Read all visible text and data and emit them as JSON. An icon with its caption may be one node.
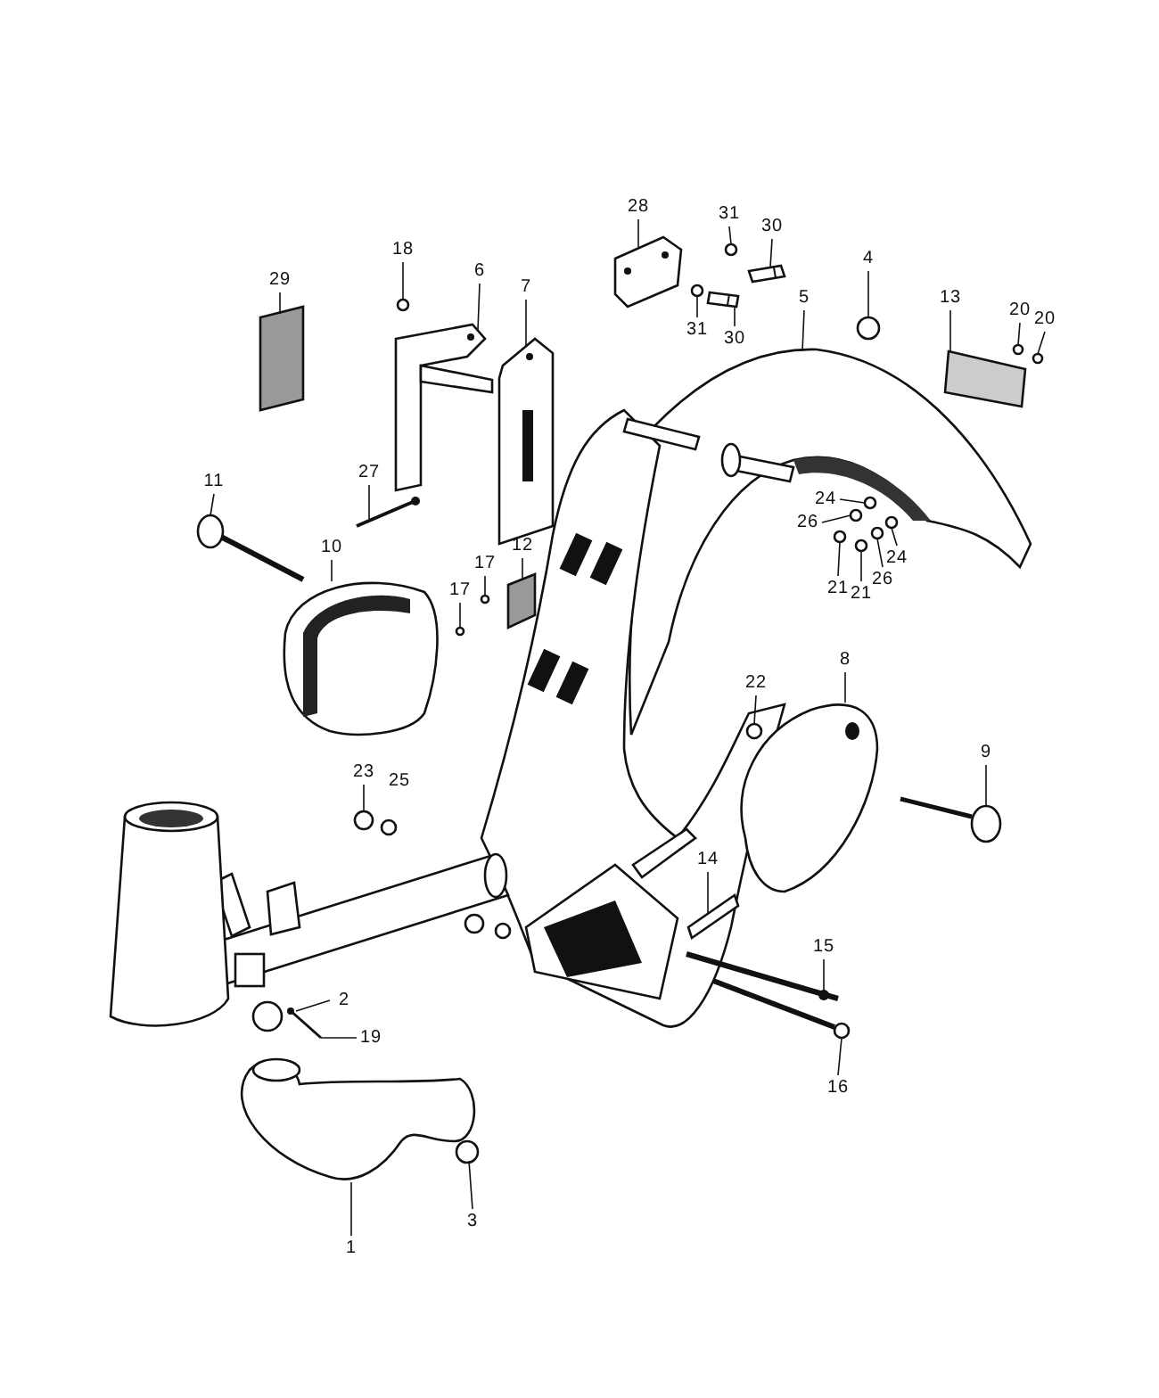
{
  "diagram": {
    "nodes": [
      {
        "text": [
          "29"
        ]
      },
      {
        "text": [
          "18"
        ]
      },
      {
        "text": [
          "6"
        ]
      },
      {
        "text": [
          "7"
        ]
      },
      {
        "text": [
          "28"
        ]
      },
      {
        "text": [
          "31"
        ]
      },
      {
        "text": [
          "30"
        ]
      },
      {
        "text": [
          "31"
        ]
      },
      {
        "text": [
          "30"
        ]
      },
      {
        "text": [
          "5"
        ]
      },
      {
        "text": [
          "4"
        ]
      },
      {
        "text": [
          "13"
        ]
      },
      {
        "text": [
          "20"
        ]
      },
      {
        "text": [
          "20"
        ]
      },
      {
        "text": [
          "11"
        ]
      },
      {
        "text": [
          "27"
        ]
      },
      {
        "text": [
          "10"
        ]
      },
      {
        "text": [
          "12"
        ]
      },
      {
        "text": [
          "17"
        ]
      },
      {
        "text": [
          "17"
        ]
      },
      {
        "text": [
          "24"
        ]
      },
      {
        "text": [
          "26"
        ]
      },
      {
        "text": [
          "24"
        ]
      },
      {
        "text": [
          "26"
        ]
      },
      {
        "text": [
          "21"
        ]
      },
      {
        "text": [
          "21"
        ]
      },
      {
        "text": [
          "22"
        ]
      },
      {
        "text": [
          "8"
        ]
      },
      {
        "text": [
          "9"
        ]
      },
      {
        "text": [
          "23"
        ]
      },
      {
        "text": [
          "14"
        ]
      },
      {
        "text": [
          "15"
        ]
      },
      {
        "text": [
          "2"
        ]
      },
      {
        "text": [
          "19"
        ]
      },
      {
        "text": [
          "16"
        ]
      },
      {
        "text": [
          "3"
        ]
      },
      {
        "text": [
          "1"
        ]
      },
      {
        "text": [],
        "shape": "box"
      },
      {
        "text": [],
        "shape": "circle"
      },
      {
        "text": [],
        "shape": "picture"
      },
      {
        "text": [],
        "shape": "picture"
      },
      {
        "text": [],
        "shape": "picture"
      },
      {
        "text": [],
        "shape": "circle"
      },
      {
        "text": [],
        "shape": "picture"
      },
      {
        "text": [],
        "shape": "circle"
      },
      {
        "text": [],
        "shape": "picture"
      },
      {
        "text": [],
        "shape": "picture"
      },
      {
        "text": [],
        "shape": "circle"
      },
      {
        "text": [],
        "shape": "box"
      },
      {
        "text": [],
        "shape": "circle"
      },
      {
        "text": [],
        "shape": "circle"
      },
      {
        "text": [],
        "shape": "picture"
      },
      {
        "text": [],
        "shape": "picture"
      },
      {
        "text": [],
        "shape": "picture"
      },
      {
        "text": [],
        "shape": "box"
      },
      {
        "text": [],
        "shape": "circle"
      },
      {
        "text": [],
        "shape": "circle"
      },
      {
        "text": [],
        "shape": "circle"
      },
      {
        "text": [],
        "shape": "circle"
      },
      {
        "text": [],
        "shape": "circle"
      },
      {
        "text": [],
        "shape": "circle"
      },
      {
        "text": [],
        "shape": "circle"
      },
      {
        "text": [],
        "shape": "circle"
      },
      {
        "text": [],
        "shape": "circle"
      },
      {
        "text": [],
        "shape": "picture"
      },
      {
        "text": [],
        "shape": "picture"
      },
      {
        "text": [],
        "shape": "circle"
      },
      {
        "text": [],
        "shape": "box"
      },
      {
        "text": [],
        "shape": "picture"
      },
      {
        "text": [],
        "shape": "circle"
      },
      {
        "text": [],
        "shape": "picture"
      },
      {
        "text": [],
        "shape": "picture"
      },
      {
        "text": [],
        "shape": "circle"
      },
      {
        "text": [],
        "shape": "picture"
      },
      {
        "text": [],
        "shape": "circle"
      },
      {
        "text": [],
        "shape": "circle"
      },
      {
        "text": [],
        "shape": "circle"
      }
    ],
    "edges": [
      {
        "from": 0,
        "to": 37,
        "arrow": "none"
      },
      {
        "from": 1,
        "to": 38,
        "arrow": "none"
      },
      {
        "from": 2,
        "to": 39,
        "arrow": "none"
      },
      {
        "from": 3,
        "to": 40,
        "arrow": "none"
      },
      {
        "from": 4,
        "to": 41,
        "arrow": "none"
      },
      {
        "from": 5,
        "to": 42,
        "arrow": "none"
      },
      {
        "from": 6,
        "to": 43,
        "arrow": "none"
      },
      {
        "from": 7,
        "to": 44,
        "arrow": "none"
      },
      {
        "from": 8,
        "to": 45,
        "arrow": "none"
      },
      {
        "from": 9,
        "to": 46,
        "arrow": "none"
      },
      {
        "from": 10,
        "to": 47,
        "arrow": "none"
      },
      {
        "from": 11,
        "to": 48,
        "arrow": "none"
      },
      {
        "from": 12,
        "to": 49,
        "arrow": "none"
      },
      {
        "from": 13,
        "to": 50,
        "arrow": "none"
      },
      {
        "from": 14,
        "to": 51,
        "arrow": "none"
      },
      {
        "from": 15,
        "to": 52,
        "arrow": "none"
      },
      {
        "from": 16,
        "to": 53,
        "arrow": "none"
      },
      {
        "from": 17,
        "to": 54,
        "arrow": "none"
      },
      {
        "from": 18,
        "to": 55,
        "arrow": "none"
      },
      {
        "from": 19,
        "to": 56,
        "arrow": "none"
      },
      {
        "from": 20,
        "to": 57,
        "arrow": "none"
      },
      {
        "from": 21,
        "to": 58,
        "arrow": "none"
      },
      {
        "from": 22,
        "to": 59,
        "arrow": "none"
      },
      {
        "from": 23,
        "to": 60,
        "arrow": "none"
      },
      {
        "from": 24,
        "to": 61,
        "arrow": "none"
      },
      {
        "from": 25,
        "to": 62,
        "arrow": "none"
      },
      {
        "from": 26,
        "to": 63,
        "arrow": "none"
      },
      {
        "from": 27,
        "to": 64,
        "arrow": "none"
      },
      {
        "from": 28,
        "to": 65,
        "arrow": "none"
      },
      {
        "from": 29,
        "to": 66,
        "arrow": "none"
      },
      {
        "from": 30,
        "to": 67,
        "arrow": "none"
      },
      {
        "from": 31,
        "to": 68,
        "arrow": "none"
      },
      {
        "from": 32,
        "to": 69,
        "arrow": "none"
      },
      {
        "from": 33,
        "to": 70,
        "arrow": "none"
      },
      {
        "from": 34,
        "to": 71,
        "arrow": "none"
      },
      {
        "from": 35,
        "to": 72,
        "arrow": "none"
      },
      {
        "from": 36,
        "to": 73,
        "arrow": "none"
      }
    ],
    "labels": [
      "25"
    ]
  }
}
